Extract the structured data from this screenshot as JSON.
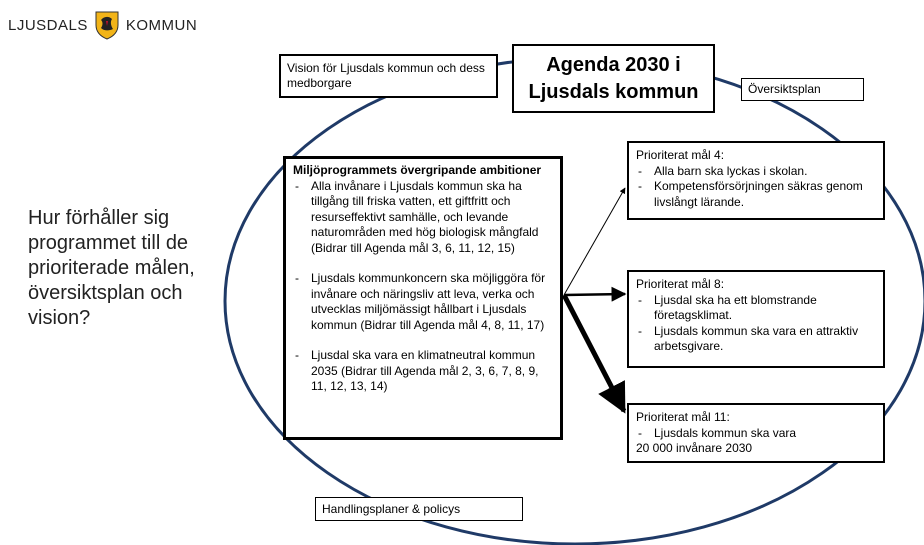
{
  "header": {
    "left": "LJUSDALS",
    "right": "KOMMUN"
  },
  "question": "Hur förhåller sig programmet till de prioriterade målen, översiktsplan och vision?",
  "vision": "Vision för Ljusdals kommun och dess medborgare",
  "agenda": {
    "line1": "Agenda 2030 i",
    "line2": "Ljusdals kommun"
  },
  "oversiktsplan": "Översiktsplan",
  "miljo": {
    "title": "Miljöprogrammets övergripande ambitioner",
    "items": [
      "Alla invånare i Ljusdals kommun ska ha tillgång till friska vatten, ett giftfritt och resurseffektivt samhälle, och levande naturområden med hög biologisk mångfald (Bidrar till Agenda mål 3, 6, 11, 12, 15)",
      "Ljusdals kommunkoncern ska möjliggöra för invånare och näringsliv att leva, verka och utvecklas miljömässigt hållbart i Ljusdals kommun (Bidrar till Agenda mål 4, 8, 11, 17)",
      "Ljusdal ska vara en klimatneutral kommun 2035 (Bidrar till Agenda mål 2, 3, 6, 7, 8, 9, 11, 12, 13, 14)"
    ]
  },
  "goals": [
    {
      "title": "Prioriterat mål 4:",
      "items": [
        "Alla barn ska lyckas i skolan.",
        "Kompetensförsörjningen säkras genom livslångt lärande."
      ]
    },
    {
      "title": "Prioriterat mål 8:",
      "items": [
        "Ljusdal ska ha ett blomstrande företagsklimat.",
        "Ljusdals kommun ska vara en attraktiv arbetsgivare."
      ]
    },
    {
      "title": "Prioriterat mål 11:",
      "items": [
        "Ljusdals kommun ska vara"
      ],
      "after": "20 000 invånare 2030"
    }
  ],
  "handlingsplaner": "Handlingsplaner & policys",
  "colors": {
    "crest_yellow": "#f2b418",
    "crest_red": "#c8102e",
    "line": "#000000"
  }
}
